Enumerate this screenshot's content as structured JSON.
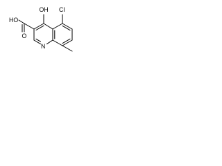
{
  "labels": {
    "cl": "Cl",
    "oh": "OH",
    "ho": "HO",
    "o": "O",
    "n": "N"
  },
  "colors": {
    "ink": "#000000",
    "background": "#ffffff"
  }
}
